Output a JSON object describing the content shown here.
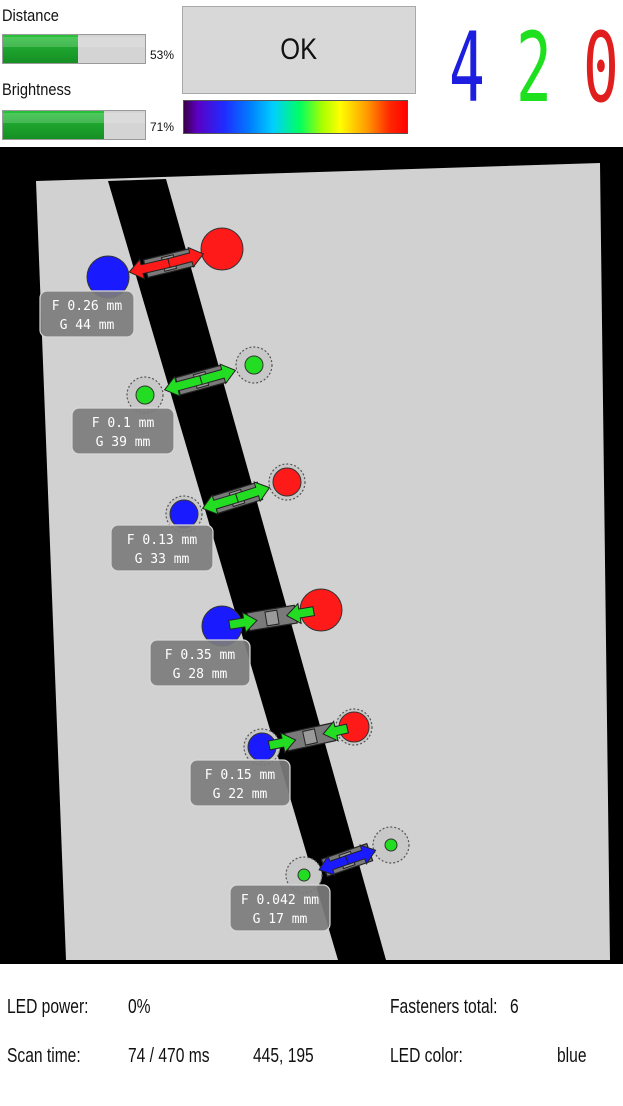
{
  "distance": {
    "label": "Distance",
    "percent_text": "53%",
    "value": 0.53
  },
  "brightness": {
    "label": "Brightness",
    "percent_text": "71%",
    "value": 0.71
  },
  "ok_button": {
    "label": "OK"
  },
  "counters": [
    {
      "value": "4",
      "color": "#1e1ee0"
    },
    {
      "value": "2",
      "color": "#1ee01e"
    },
    {
      "value": "0",
      "color": "#e01e1e"
    }
  ],
  "fasteners": [
    {
      "f_text": "F 0.26 mm",
      "g_text": "G 44 mm",
      "arrow_color": "#ff1a1a",
      "left_color": "#1a1aff",
      "right_color": "#ff1a1a",
      "left_ring": false,
      "right_ring": false,
      "left_small": false,
      "right_small": false
    },
    {
      "f_text": "F 0.1 mm",
      "g_text": "G 39 mm",
      "arrow_color": "#22dd22",
      "left_color": "#22dd22",
      "right_color": "#22dd22",
      "left_ring": true,
      "right_ring": true,
      "left_small": true,
      "right_small": true
    },
    {
      "f_text": "F 0.13 mm",
      "g_text": "G 33 mm",
      "arrow_color": "#22dd22",
      "left_color": "#1a1aff",
      "right_color": "#ff1a1a",
      "left_ring": true,
      "right_ring": true,
      "left_small": false,
      "right_small": false
    },
    {
      "f_text": "F 0.35 mm",
      "g_text": "G 28 mm",
      "arrow_color": "#22dd22",
      "left_color": "#1a1aff",
      "right_color": "#ff1a1a",
      "left_ring": false,
      "right_ring": false,
      "left_small": false,
      "right_small": false
    },
    {
      "f_text": "F 0.15 mm",
      "g_text": "G 22 mm",
      "arrow_color": "#22dd22",
      "left_color": "#1a1aff",
      "right_color": "#ff1a1a",
      "left_ring": true,
      "right_ring": true,
      "left_small": false,
      "right_small": false
    },
    {
      "f_text": "F 0.042 mm",
      "g_text": "G 17 mm",
      "arrow_color": "#1a1aff",
      "left_color": "#22dd22",
      "right_color": "#22dd22",
      "left_ring": true,
      "right_ring": true,
      "left_small": true,
      "right_small": true
    }
  ],
  "status": {
    "led_power_label": "LED power:",
    "led_power_value": "0%",
    "fasteners_total_label": "Fasteners total:",
    "fasteners_total_value": "6",
    "scan_time_label": "Scan time:",
    "scan_time_value": "74 / 470 ms",
    "cursor_coords": "445, 195",
    "led_color_label": "LED color:",
    "led_color_value": "blue"
  }
}
